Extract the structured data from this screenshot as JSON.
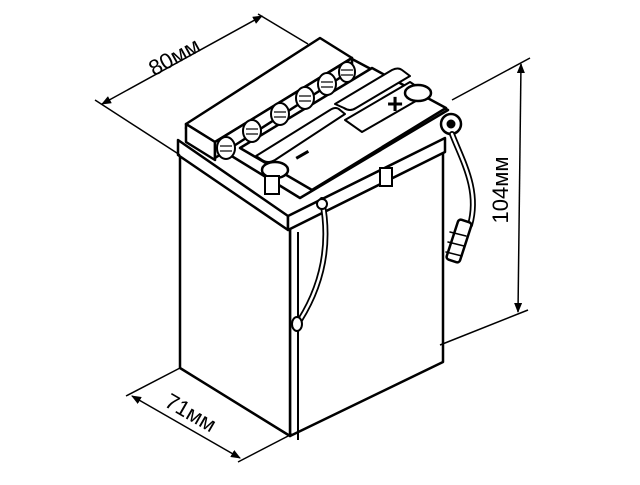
{
  "diagram": {
    "subject": "Battery dimensions drawing",
    "colors": {
      "line": "#000000",
      "background": "#ffffff"
    },
    "dimensions": {
      "length": {
        "label": "80мм",
        "value": 80,
        "unit": "мм"
      },
      "height": {
        "label": "104мм",
        "value": 104,
        "unit": "мм"
      },
      "width": {
        "label": "71мм",
        "value": 71,
        "unit": "мм"
      }
    },
    "terminals": {
      "positive": {
        "symbol": "+"
      },
      "negative": {
        "symbol": "−"
      }
    }
  }
}
